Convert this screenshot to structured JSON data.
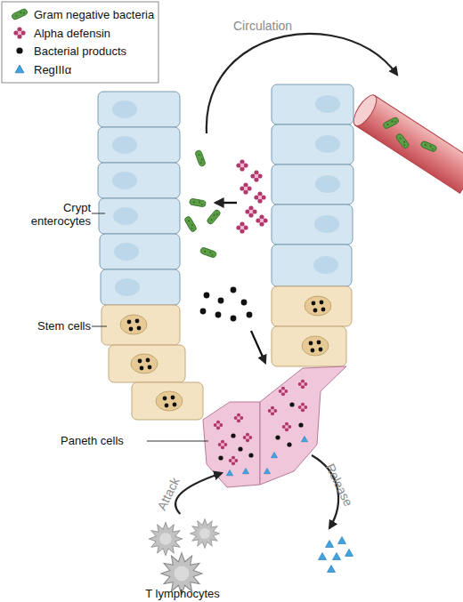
{
  "diagram": {
    "nodes": [
      {
        "text": [
          "Paneth cells"
        ]
      },
      {
        "text": [
          "T lymphocytes"
        ]
      }
    ],
    "edges": [
      {
        "from": 1,
        "to": 0,
        "arrow": "to",
        "label": "Attack"
      }
    ],
    "labels": [
      "Circulation",
      "Crypt enterocytes",
      "Stem cells",
      "Release"
    ],
    "legend": [
      {
        "text": "Gram negative bacteria"
      },
      {
        "text": "Alpha defensin"
      },
      {
        "text": "Bacterial products"
      },
      {
        "text": "RegIIIα"
      }
    ]
  }
}
